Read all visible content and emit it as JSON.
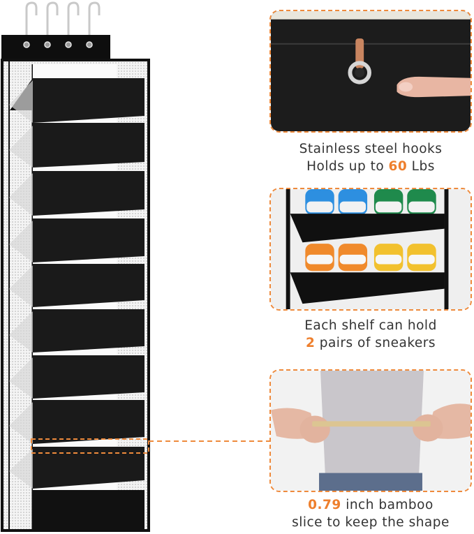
{
  "callouts": {
    "hooks": {
      "line1": "Stainless steel hooks",
      "line2_prefix": "Holds up to ",
      "line2_highlight": "60",
      "line2_suffix": " Lbs"
    },
    "shelf": {
      "line1": "Each shelf can hold",
      "line2_highlight": "2",
      "line2_suffix": " pairs of sneakers"
    },
    "bamboo": {
      "line1_highlight": "0.79",
      "line1_suffix": " inch bamboo",
      "line2": "slice to keep the shape"
    }
  },
  "colors": {
    "accent": "#ee8a3c",
    "fabric": "#111111",
    "text": "#333333"
  },
  "product": {
    "shelf_count": 9,
    "hook_count": 4
  }
}
